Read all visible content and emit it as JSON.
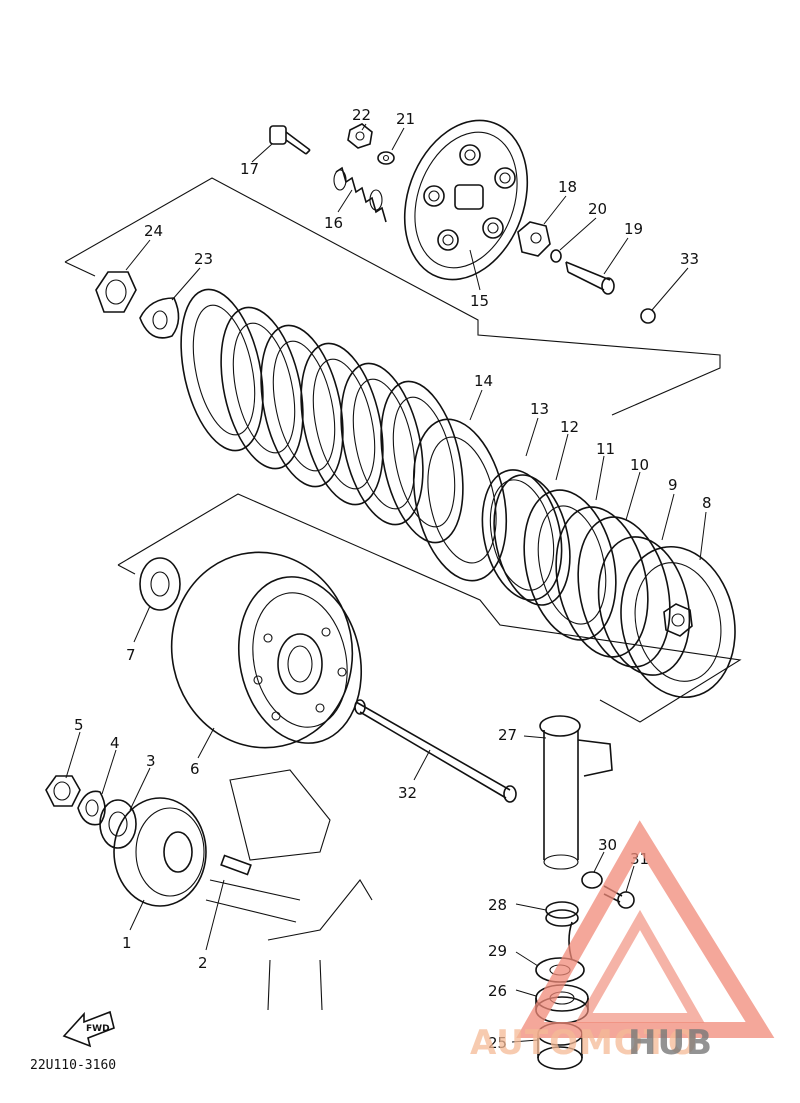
{
  "diagram": {
    "labels": [
      "1",
      "2",
      "3",
      "4",
      "5",
      "6",
      "7",
      "8",
      "9",
      "10",
      "11",
      "12",
      "13",
      "14",
      "15",
      "16",
      "17",
      "18",
      "19",
      "20",
      "21",
      "22",
      "23",
      "24",
      "25",
      "26",
      "27",
      "28",
      "29",
      "30",
      "31",
      "32",
      "33"
    ],
    "drawing_code": "22U110-3160",
    "fwd_label": "FWD"
  },
  "watermark": {
    "text_accent": "AUTOMOTO",
    "text_dark": "HUB",
    "accent_color": "#f08a78",
    "dark_color": "#7a7a7a"
  }
}
